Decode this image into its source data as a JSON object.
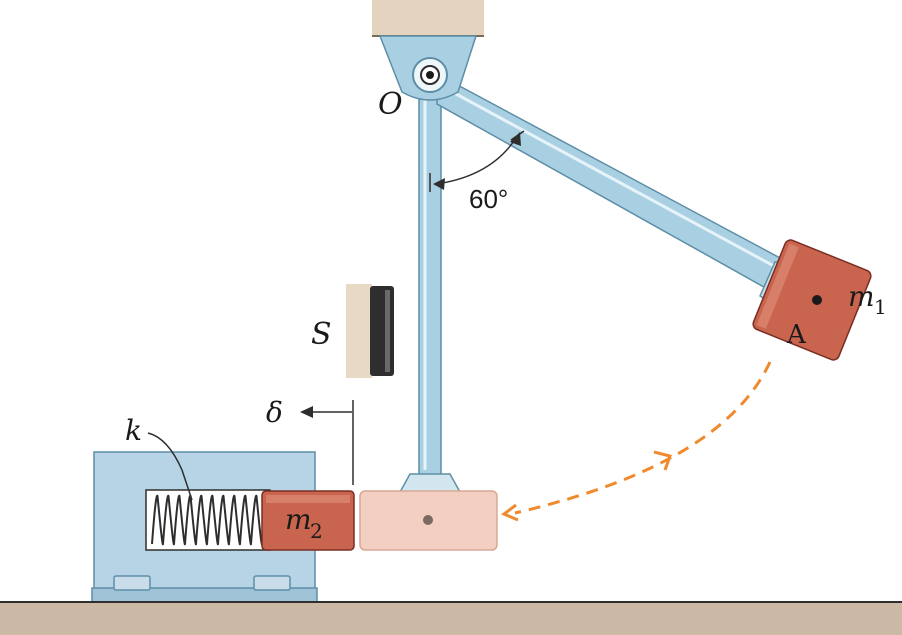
{
  "labels": {
    "pivot": "O",
    "angle": "60°",
    "mass1": "m",
    "mass1_sub": "1",
    "point": "A",
    "stop": "S",
    "displacement": "δ",
    "spring": "k",
    "mass2": "m",
    "mass2_sub": "2"
  },
  "colors": {
    "steel": "#a9d0e2",
    "steel_dark": "#5d8ea6",
    "block": "#b7d4e6",
    "mass": "#c9644e",
    "mass_dark": "#7a2e22",
    "mass_ghost": "#f2cfc0",
    "ground": "#cbb9a6",
    "ceiling": "#e3d3bf",
    "path": "#f08a2e",
    "stop_bar": "#2e2e2e"
  },
  "angle_deg": 60
}
